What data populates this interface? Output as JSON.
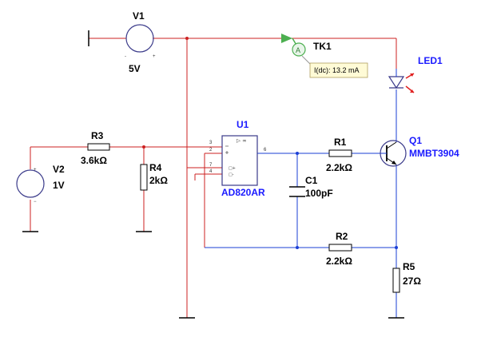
{
  "components": {
    "v1": {
      "ref": "V1",
      "value": "5V",
      "minus": "-",
      "plus": "+"
    },
    "v2": {
      "ref": "V2",
      "value": "1V",
      "plus": "+",
      "minus": "−"
    },
    "tk1": {
      "ref": "TK1",
      "meter_letter": "A",
      "reading": "I(dc): 13.2 mA"
    },
    "led1": {
      "ref": "LED1"
    },
    "u1": {
      "ref": "U1",
      "part": "AD820AR",
      "symbol": "▷ ∞",
      "pins": {
        "p3": "3",
        "p2": "2",
        "p7": "7",
        "p4": "4",
        "p6": "6"
      }
    },
    "r3": {
      "ref": "R3",
      "value": "3.6kΩ"
    },
    "r4": {
      "ref": "R4",
      "value": "2kΩ"
    },
    "r1": {
      "ref": "R1",
      "value": "2.2kΩ"
    },
    "r2": {
      "ref": "R2",
      "value": "2.2kΩ"
    },
    "r5": {
      "ref": "R5",
      "value": "27Ω"
    },
    "c1": {
      "ref": "C1",
      "value": "100pF"
    },
    "q1": {
      "ref": "Q1",
      "part": "MMBT3904"
    }
  },
  "colors": {
    "wire_red": "#cc2020",
    "wire_blue": "#1a3fd6",
    "part_blue": "#1a1aff",
    "part_outline": "#3a3a8a",
    "probe_green": "#4caf50",
    "probe_box": "#fffbd6"
  }
}
